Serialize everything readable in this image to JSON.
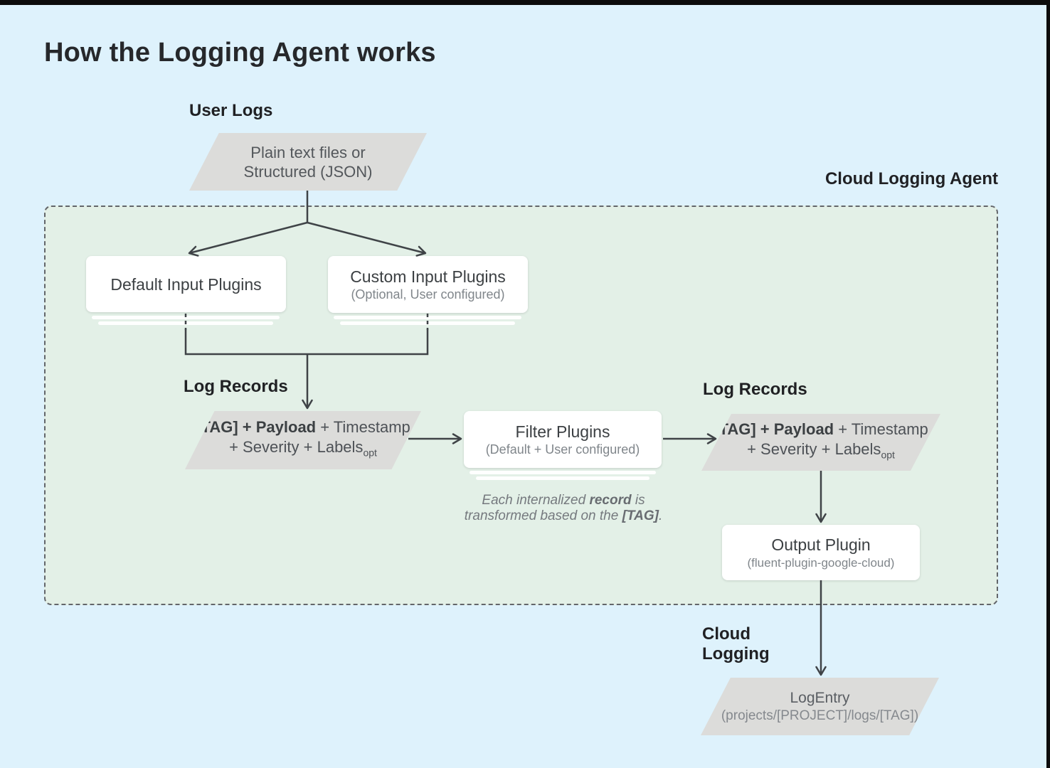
{
  "page": {
    "title": "How the Logging Agent works"
  },
  "labels": {
    "user_logs": "User Logs",
    "cloud_logging_agent": "Cloud Logging Agent",
    "log_records_left": "Log Records",
    "log_records_right": "Log Records",
    "cloud_line1": "Cloud",
    "cloud_line2": "Logging"
  },
  "nodes": {
    "user_input": {
      "line1": "Plain text files or",
      "line2": "Structured (JSON)"
    },
    "default_input": {
      "title": "Default Input Plugins"
    },
    "custom_input": {
      "title": "Custom Input Plugins",
      "subtitle": "(Optional, User configured)"
    },
    "filter": {
      "title": "Filter Plugins",
      "subtitle": "(Default + User configured)"
    },
    "output": {
      "title": "Output Plugin",
      "subtitle": "(fluent-plugin-google-cloud)"
    },
    "log_record_left": {
      "line1_bold": "[TAG] + Payload",
      "line1_rest": " + Timestamp",
      "line2": "+ Severity + Labels",
      "line2_sub": "opt"
    },
    "log_record_right": {
      "line1_bold": "[TAG] + Payload",
      "line1_rest": " + Timestamp",
      "line2": "+ Severity + Labels",
      "line2_sub": "opt"
    },
    "log_entry": {
      "title": "LogEntry",
      "subtitle": "(projects/[PROJECT]/logs/[TAG])"
    }
  },
  "note": {
    "pre": "Each internalized ",
    "bold1": "record",
    "mid": " is transformed based on the ",
    "bold2": "[TAG]",
    "post": "."
  },
  "colors": {
    "background": "#def2fc",
    "agent_background": "#e3f0e7",
    "shape_gray": "#dcdcda",
    "box_white": "#ffffff",
    "line": "#3f4347",
    "text_dark": "#202124",
    "text_body": "#3c4043",
    "text_muted": "#80868b"
  }
}
